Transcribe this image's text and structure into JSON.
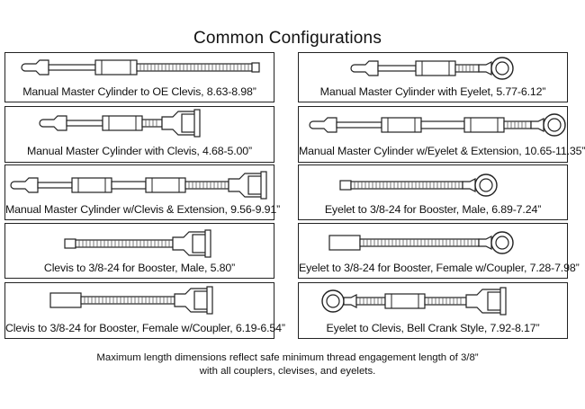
{
  "title": "Common Configurations",
  "configs": [
    {
      "label": "Manual Master Cylinder to OE Clevis, 8.63-8.98”"
    },
    {
      "label": "Manual Master Cylinder with Clevis, 4.68-5.00”"
    },
    {
      "label": "Manual Master Cylinder w/Clevis & Extension, 9.56-9.91”"
    },
    {
      "label": "Clevis to 3/8-24 for Booster, Male, 5.80”"
    },
    {
      "label": "Clevis to 3/8-24 for Booster, Female w/Coupler, 6.19-6.54”"
    },
    {
      "label": "Manual Master Cylinder with Eyelet, 5.77-6.12”"
    },
    {
      "label": "Manual Master Cylinder w/Eyelet & Extension, 10.65-11.35”"
    },
    {
      "label": "Eyelet to 3/8-24 for Booster, Male, 6.89-7.24”"
    },
    {
      "label": "Eyelet to 3/8-24 for Booster, Female w/Coupler, 7.28-7.98”"
    },
    {
      "label": "Eyelet to Clevis, Bell Crank Style, 7.92-8.17”"
    }
  ],
  "footer": {
    "line1": "Maximum length dimensions reflect safe minimum thread engagement length of 3/8”",
    "line2": "with all couplers, clevises, and eyelets."
  }
}
